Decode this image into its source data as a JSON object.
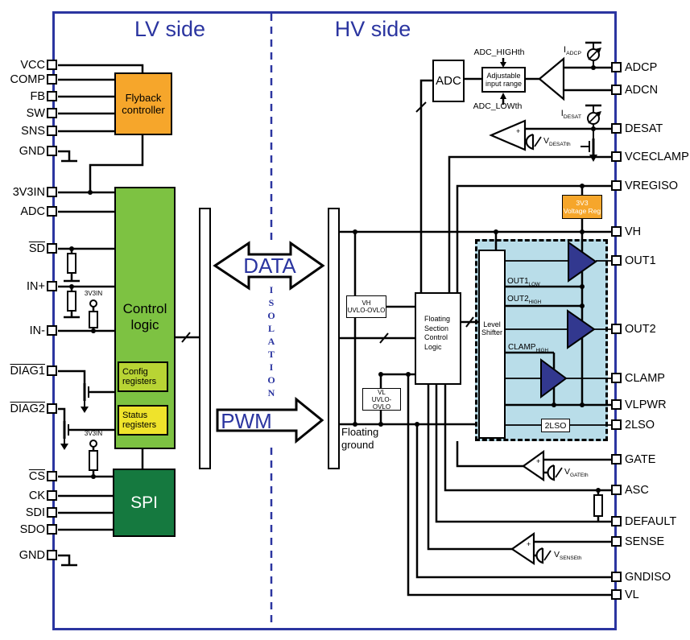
{
  "headers": {
    "lv_side": "LV side",
    "hv_side": "HV side"
  },
  "isolation": "ISOLATION",
  "arrows": {
    "data": "DATA",
    "pwm": "PWM"
  },
  "pins": {
    "left": [
      {
        "id": "vcc",
        "label": "VCC"
      },
      {
        "id": "comp",
        "label": "COMP"
      },
      {
        "id": "fb",
        "label": "FB"
      },
      {
        "id": "sw",
        "label": "SW"
      },
      {
        "id": "sns",
        "label": "SNS"
      },
      {
        "id": "gnd1",
        "label": "GND"
      },
      {
        "id": "v3v3in",
        "label": "3V3IN"
      },
      {
        "id": "adc",
        "label": "ADC"
      },
      {
        "id": "sd",
        "label": "SD",
        "overline": true
      },
      {
        "id": "in_p",
        "label": "IN+"
      },
      {
        "id": "in_n",
        "label": "IN-"
      },
      {
        "id": "diag1",
        "label": "DIAG1",
        "overline": true
      },
      {
        "id": "diag2",
        "label": "DIAG2",
        "overline": true
      },
      {
        "id": "cs",
        "label": "CS",
        "overline": true
      },
      {
        "id": "ck",
        "label": "CK"
      },
      {
        "id": "sdi",
        "label": "SDI"
      },
      {
        "id": "sdo",
        "label": "SDO"
      },
      {
        "id": "gnd2",
        "label": "GND"
      }
    ],
    "right": [
      {
        "id": "adcp",
        "label": "ADCP"
      },
      {
        "id": "adcn",
        "label": "ADCN"
      },
      {
        "id": "desat",
        "label": "DESAT"
      },
      {
        "id": "vceclamp",
        "label": "VCECLAMP"
      },
      {
        "id": "vregiso",
        "label": "VREGISO"
      },
      {
        "id": "vh",
        "label": "VH"
      },
      {
        "id": "out1",
        "label": "OUT1"
      },
      {
        "id": "out2",
        "label": "OUT2"
      },
      {
        "id": "clamp",
        "label": "CLAMP"
      },
      {
        "id": "vlpwr",
        "label": "VLPWR"
      },
      {
        "id": "lso2",
        "label": "2LSO"
      },
      {
        "id": "gate",
        "label": "GATE"
      },
      {
        "id": "asc",
        "label": "ASC"
      },
      {
        "id": "deflt",
        "label": "DEFAULT"
      },
      {
        "id": "sense",
        "label": "SENSE"
      },
      {
        "id": "gndiso",
        "label": "GNDISO"
      },
      {
        "id": "vl",
        "label": "VL"
      }
    ]
  },
  "blocks": {
    "flyback": "Flyback\ncontroller",
    "control_logic": "Control\nlogic",
    "config_registers": "Config\nregisters",
    "status_registers": "Status\nregisters",
    "spi": "SPI",
    "adc": "ADC",
    "adjustable_input_range": "Adjustable\ninput range",
    "voltage_reg_3v3": "3V3\nVoltage Reg",
    "vh_uvlo": "VH\nUVLO-OVLO",
    "vl_uvlo": "VL\nUVLO-OVLO",
    "floating_section_control_logic": "Floating\nSection\nControl\nLogic",
    "level_shifter": "Level\nShifter",
    "two_lso": "2LSO"
  },
  "signal_labels": {
    "out1_low": {
      "base": "OUT1",
      "sub": "LOW"
    },
    "out2_high": {
      "base": "OUT2",
      "sub": "HIGH"
    },
    "clamp_high": {
      "base": "CLAMP",
      "sub": "HIGH"
    }
  },
  "thresholds": {
    "adc_high": "ADC_HIGHth",
    "adc_low": "ADC_LOWth",
    "v_desat": {
      "base": "V",
      "sub": "DESATth"
    },
    "v_gate": {
      "base": "V",
      "sub": "GATEth"
    },
    "v_sense": {
      "base": "V",
      "sub": "SENSEth"
    }
  },
  "current_sources": {
    "i_adcp": {
      "base": "I",
      "sub": "ADCP"
    },
    "i_desat": {
      "base": "I",
      "sub": "DESAT"
    }
  },
  "misc": {
    "floating_ground": "Floating\nground",
    "supply_3v3in": "3V3IN"
  },
  "colors": {
    "navy": "#2B35A0",
    "orange": "#F6A62B",
    "logic_green": "#7DC242",
    "config_green": "#B8D434",
    "status_yellow": "#EFE32B",
    "spi_green": "#15793F",
    "region_blue": "#B9DDE9",
    "driver_navy": "#32388F"
  }
}
